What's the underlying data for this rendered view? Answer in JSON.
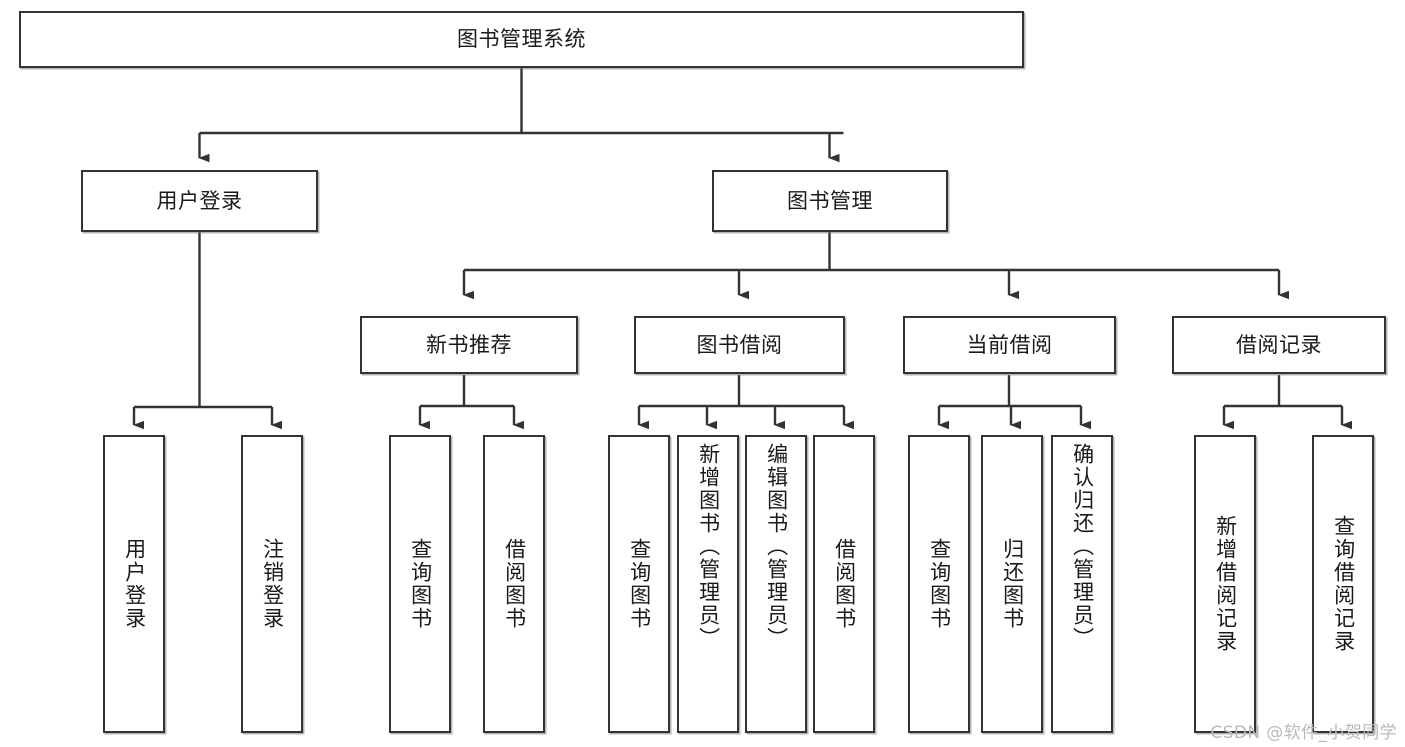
{
  "diagram": {
    "title": "图书管理系统",
    "type": "tree-hierarchy-chart",
    "watermark": "CSDN @软件_小贺同学",
    "colors": {
      "node_border": "#333333",
      "node_fill": "#ffffff",
      "edge": "#333333",
      "text": "#1a1a1a",
      "watermark": "#b9b9b9"
    },
    "nodes": {
      "root": {
        "label": "图书管理系统"
      },
      "level1": [
        {
          "label": "用户登录"
        },
        {
          "label": "图书管理"
        }
      ],
      "level2": [
        {
          "label": "新书推荐"
        },
        {
          "label": "图书借阅"
        },
        {
          "label": "当前借阅"
        },
        {
          "label": "借阅记录"
        }
      ],
      "leaves": {
        "user_login": [
          {
            "label": "用户登录"
          },
          {
            "label": "注销登录"
          }
        ],
        "new_book_recommend": [
          {
            "label": "查询图书"
          },
          {
            "label": "借阅图书"
          }
        ],
        "book_borrow": [
          {
            "label": "查询图书"
          },
          {
            "label": "新增图书（管理员）"
          },
          {
            "label": "编辑图书（管理员）"
          },
          {
            "label": "借阅图书"
          }
        ],
        "current_borrow": [
          {
            "label": "查询图书"
          },
          {
            "label": "归还图书"
          },
          {
            "label": "确认归还（管理员）"
          }
        ],
        "borrow_record": [
          {
            "label": "新增借阅记录"
          },
          {
            "label": "查询借阅记录"
          }
        ]
      }
    }
  }
}
